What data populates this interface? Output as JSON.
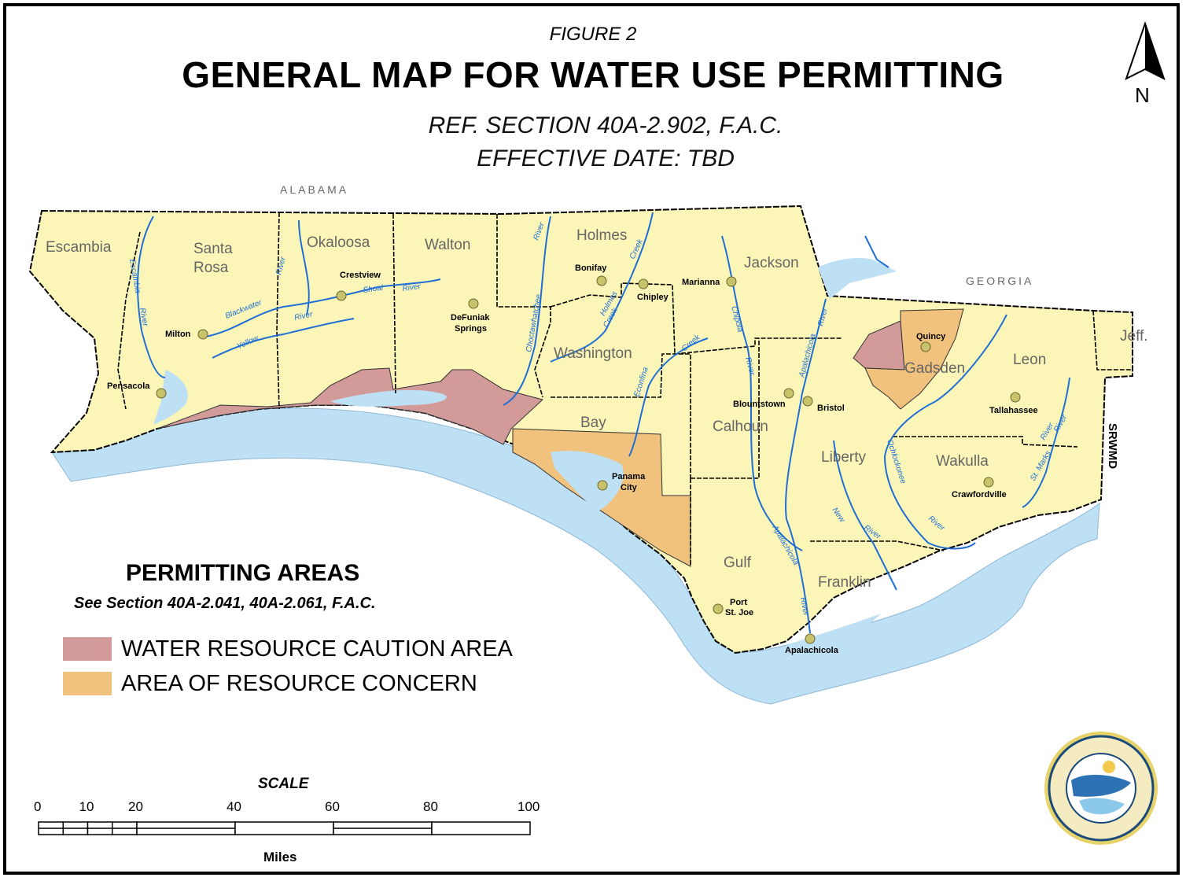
{
  "header": {
    "figure_label": "FIGURE 2",
    "title": "GENERAL MAP FOR WATER USE PERMITTING",
    "ref": "REF. SECTION 40A-2.902, F.A.C.",
    "effective": "EFFECTIVE DATE: TBD"
  },
  "north_arrow": {
    "label": "N"
  },
  "states": {
    "alabama": "ALABAMA",
    "georgia": "GEORGIA",
    "srwmd": "SRWMD"
  },
  "counties": [
    "Escambia",
    "Santa",
    "Rosa",
    "Okaloosa",
    "Walton",
    "Holmes",
    "Jackson",
    "Washington",
    "Bay",
    "Calhoun",
    "Gadsden",
    "Leon",
    "Jeff.",
    "Liberty",
    "Wakulla",
    "Gulf",
    "Franklin"
  ],
  "cities": [
    "Crestview",
    "Bonifay",
    "Chipley",
    "Marianna",
    "DeFuniak",
    "Springs",
    "Milton",
    "Pensacola",
    "Quincy",
    "Blountstown",
    "Bristol",
    "Tallahassee",
    "Panama",
    "City",
    "Crawfordville",
    "Port",
    "St. Joe",
    "Apalachicola"
  ],
  "rivers": [
    "Escambia",
    "River",
    "Blackwater",
    "River",
    "Yellow",
    "River",
    "Shoal",
    "River",
    "River",
    "Choctawhatchee",
    "Creek",
    "Holmes",
    "Creek",
    "Econfina",
    "Creek",
    "Chipola",
    "River",
    "Apalachicola",
    "River",
    "Ochlockonee",
    "River",
    "New",
    "River",
    "River",
    "St. Marks",
    "River",
    "Apalachicola",
    "River"
  ],
  "legend": {
    "title": "PERMITTING AREAS",
    "subtitle": "See Section 40A-2.041, 40A-2.061, F.A.C.",
    "items": [
      {
        "label": "WATER RESOURCE CAUTION AREA",
        "color": "#d39a9a"
      },
      {
        "label": "AREA OF RESOURCE CONCERN",
        "color": "#f0c27d"
      }
    ]
  },
  "scale": {
    "title": "SCALE",
    "unit": "Miles",
    "ticks": [
      "0",
      "10",
      "20",
      "40",
      "60",
      "80",
      "100"
    ],
    "tick_values": [
      0,
      10,
      20,
      40,
      60,
      80,
      100
    ]
  },
  "colors": {
    "land": "#fbf6b8",
    "water": "#bde0f5",
    "river": "#1f6fd6",
    "caution": "#d39a9a",
    "concern": "#f0c27d"
  }
}
